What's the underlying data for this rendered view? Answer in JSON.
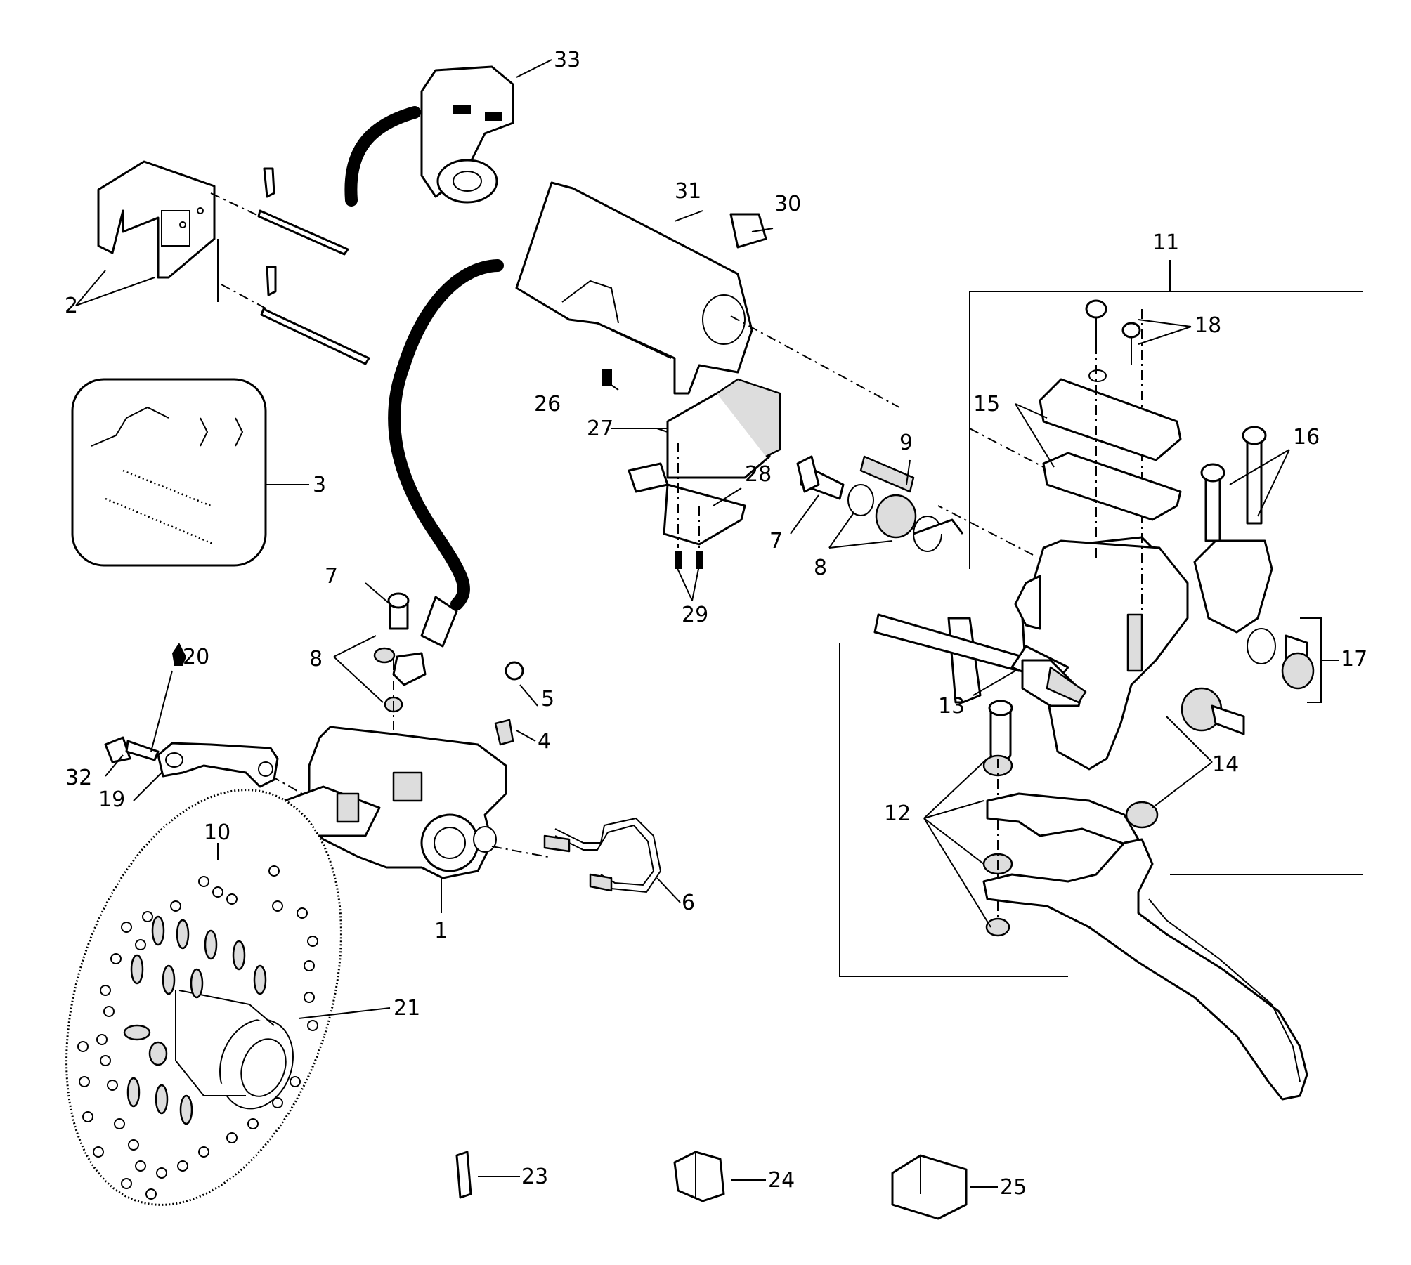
{
  "labels": {
    "l1": "1",
    "l2": "2",
    "l3": "3",
    "l4": "4",
    "l5": "5",
    "l6": "6",
    "l7a": "7",
    "l7b": "7",
    "l8a": "8",
    "l8b": "8",
    "l9": "9",
    "l10": "10",
    "l11": "11",
    "l12": "12",
    "l13": "13",
    "l14": "14",
    "l15": "15",
    "l16": "16",
    "l17": "17",
    "l18": "18",
    "l19": "19",
    "l20": "20",
    "l21": "21",
    "l23": "23",
    "l24": "24",
    "l25": "25",
    "l26": "26",
    "l27": "27",
    "l28": "28",
    "l29": "29",
    "l30": "30",
    "l31": "31",
    "l32": "32",
    "l33": "33"
  }
}
